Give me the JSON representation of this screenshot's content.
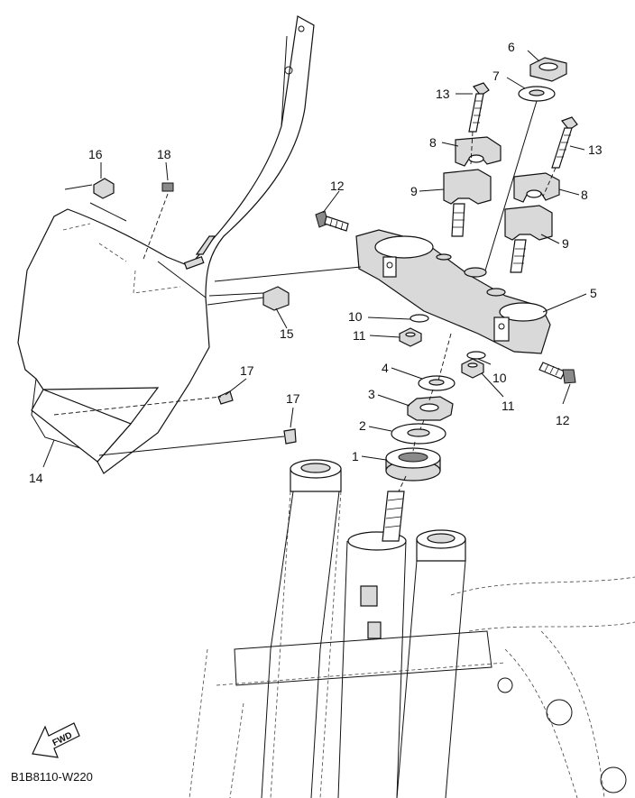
{
  "diagram": {
    "callouts": [
      {
        "key": "c1",
        "label": "1"
      },
      {
        "key": "c2",
        "label": "2"
      },
      {
        "key": "c3",
        "label": "3"
      },
      {
        "key": "c4",
        "label": "4"
      },
      {
        "key": "c5",
        "label": "5"
      },
      {
        "key": "c6",
        "label": "6"
      },
      {
        "key": "c7",
        "label": "7"
      },
      {
        "key": "c8a",
        "label": "8"
      },
      {
        "key": "c8b",
        "label": "8"
      },
      {
        "key": "c9a",
        "label": "9"
      },
      {
        "key": "c9b",
        "label": "9"
      },
      {
        "key": "c10a",
        "label": "10"
      },
      {
        "key": "c10b",
        "label": "10"
      },
      {
        "key": "c11a",
        "label": "11"
      },
      {
        "key": "c11b",
        "label": "11"
      },
      {
        "key": "c12a",
        "label": "12"
      },
      {
        "key": "c12b",
        "label": "12"
      },
      {
        "key": "c13a",
        "label": "13"
      },
      {
        "key": "c13b",
        "label": "13"
      },
      {
        "key": "c14",
        "label": "14"
      },
      {
        "key": "c15",
        "label": "15"
      },
      {
        "key": "c16",
        "label": "16"
      },
      {
        "key": "c17a",
        "label": "17"
      },
      {
        "key": "c17b",
        "label": "17"
      },
      {
        "key": "c18",
        "label": "18"
      }
    ],
    "fwd_label": "FWD",
    "diagram_code": "B1B8110-W220"
  }
}
